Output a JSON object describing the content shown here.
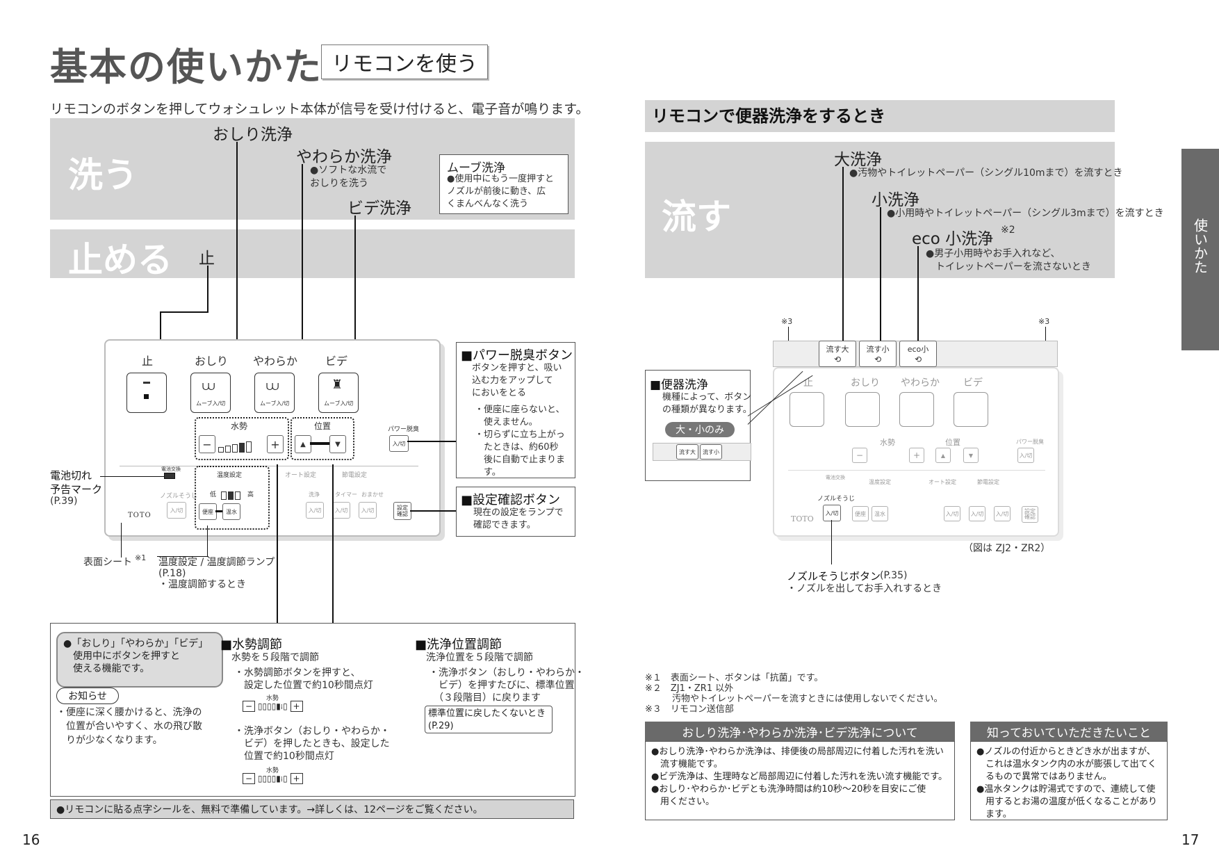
{
  "left_page": {
    "title": "基本の使いかた",
    "title_tag": "リモコンを使う",
    "intro": "リモコンのボタンを押してウォシュレット本体が信号を受け付けると、電子音が鳴ります。",
    "band_wash": "洗う",
    "band_stop": "止める",
    "callouts": {
      "oshiri": "おしり洗浄",
      "yawaraka": "やわらか洗浄",
      "yawaraka_note": "●ソフトな水流で\nおしりを洗う",
      "bide": "ビデ洗浄",
      "move_title": "ムーブ洗浄",
      "move_note": "●使用中にもう一度押すと\nノズルが前後に動き、広\nくまんべんなく洗う",
      "stop": "止"
    },
    "remote": {
      "btn_stop": "止",
      "btn_oshiri": "おしり",
      "btn_yawaraka": "やわらか",
      "btn_bide": "ビデ",
      "move_label": "ムーブ入/切",
      "suisei": "水勢",
      "ichi": "位置",
      "minus": "−",
      "plus": "+",
      "up": "▲",
      "down": "▼",
      "power": "パワー脱臭",
      "onoff": "入/切",
      "battery": "電池交換",
      "nozzle": "ノズルそうじ",
      "ondo": "温度設定",
      "low": "低",
      "high": "高",
      "benza": "便座",
      "onsui": "温水",
      "auto": "オート設定",
      "setsuden": "節電設定",
      "senjo": "洗浄",
      "timer": "タイマー",
      "omakase": "おまかせ",
      "settei": "設定\n確認",
      "brand": "TOTO"
    },
    "power_box": {
      "title": "■パワー脱臭ボタン",
      "body": "ボタンを押すと、吸い\n込む力をアップして\nにおいをとる",
      "b1": "・便座に座らないと、\n　使えません。",
      "b2": "・切らずに立ち上がっ\n　たときは、約60秒\n　後に自動で止まりま\n　す。"
    },
    "confirm_box": {
      "title": "■設定確認ボタン",
      "body": "現在の設定をランプで\n確認できます。"
    },
    "battery_label": "電池切れ\n予告マーク",
    "battery_ref": "(P.39)",
    "surface_sheet": "表面シート",
    "surface_mark": "※1",
    "temp_label": "温度設定 / 温度調節ランプ",
    "temp_ref": "(P.18)",
    "temp_note": "・温度調節するとき",
    "bottom_box": {
      "pill": "●「おしり」「やわらか」「ビデ」\n　使用中にボタンを押すと\n　使える機能です。",
      "oshirase": "お知らせ",
      "oshirase_body": "・便座に深く腰かけると、洗浄の\n　位置が合いやすく、水の飛び散\n　りが少なくなります。",
      "suisei_title": "■水勢調節",
      "suisei_sub": "水勢を５段階で調節",
      "suisei_b1": "・水勢調節ボタンを押すと、\n　設定した位置で約10秒間点灯",
      "suisei_b2": "・洗浄ボタン（おしり・やわらか・\n　ビデ）を押したときも、設定した\n　位置で約10秒間点灯",
      "suisei_mini": "水勢",
      "pos_title": "■洗浄位置調節",
      "pos_sub": "洗浄位置を５段階で調節",
      "pos_b1": "・洗浄ボタン（おしり・やわらか・\n　ビデ）を押すたびに、標準位置\n　（３段階目）に戻ります",
      "pos_box": "標準位置に戻したくないとき\n(P.29)"
    },
    "footer_note": "●リモコンに貼る点字シールを、無料で準備しています。→詳しくは、12ページをご覧ください。",
    "page_number": "16"
  },
  "right_page": {
    "header": "リモコンで便器洗浄をするとき",
    "band_flush": "流す",
    "dai": "大洗浄",
    "dai_note": "●汚物やトイレットペーパー（シングル10mまで）を流すとき",
    "sho": "小洗浄",
    "sho_note": "●小用時やトイレットペーパー（シングル3mまで）を流すとき",
    "eco": "eco 小洗浄",
    "eco_mark": "※2",
    "eco_note": "●男子小用時やお手入れなど、\n　トイレットペーパーを流さないとき",
    "mark3": "※3",
    "remote_btns": [
      "流す大",
      "流す小",
      "eco小"
    ],
    "benki_title": "■便器洗浄",
    "benki_body": "機種によって、ボタン\nの種類が異なります。",
    "dai_sho_only": "大・小のみ",
    "mini_btns": [
      "流す大",
      "流す小"
    ],
    "figure_caption": "（図は ZJ2・ZR2）",
    "nozzle_title": "ノズルそうじボタン",
    "nozzle_ref": "(P.35)",
    "nozzle_note": "・ノズルを出してお手入れするとき",
    "footnotes": [
      "※１　表面シート、ボタンは「抗菌」です。",
      "※２　ZJ1・ZR1 以外",
      "　　　汚物やトイレットペーパーを流すときには使用しないでください。",
      "※３　リモコン送信部"
    ],
    "info1_head": "おしり洗浄･やわらか洗浄･ビデ洗浄について",
    "info1_body": "●おしり洗浄･やわらか洗浄は、排便後の局部周辺に付着した汚れを洗い\n　流す機能です。\n●ビデ洗浄は、生理時など局部周辺に付着した汚れを洗い流す機能です。\n●おしり･やわらか･ビデとも洗浄時間は約10秒～20秒を目安にご使\n　用ください。",
    "info2_head": "知っておいていただきたいこと",
    "info2_body": "●ノズルの付近からときどき水が出ますが、\n　これは温水タンク内の水が膨張して出てく\n　るもので異常ではありません。\n●温水タンクは貯湯式ですので、連続して使\n　用するとお湯の温度が低くなることがあり\n　ます。",
    "side_tab": "使いかた",
    "page_number": "17"
  }
}
